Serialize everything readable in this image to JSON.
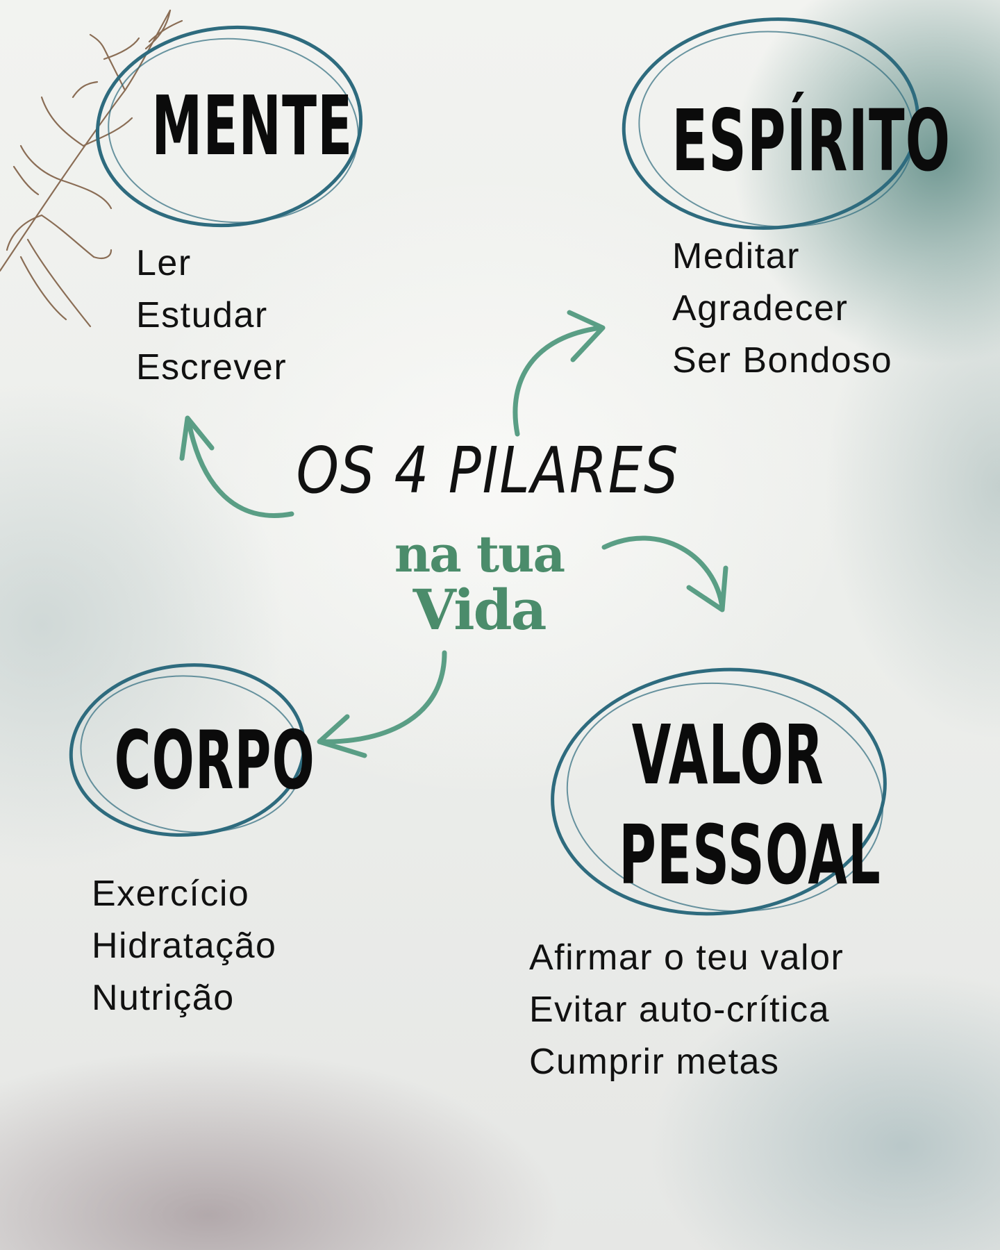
{
  "title": "OS 4 PILARES",
  "subtitle_line1": "na tua",
  "subtitle_line2": "Vida",
  "pillars": {
    "mente": {
      "name": "MENTE",
      "items": [
        "Ler",
        "Estudar",
        "Escrever"
      ]
    },
    "espirito": {
      "name": "ESPÍRITO",
      "items": [
        "Meditar",
        "Agradecer",
        "Ser Bondoso"
      ]
    },
    "corpo": {
      "name": "CORPO",
      "items": [
        "Exercício",
        "Hidratação",
        "Nutrição"
      ]
    },
    "valor": {
      "name_line1": "VALOR",
      "name_line2": "PESSOAL",
      "items": [
        "Afirmar o teu valor",
        "Evitar auto-crítica",
        "Cumprir metas"
      ]
    }
  },
  "colors": {
    "circle": "#2e6b7e",
    "arrow": "#5a9e85",
    "subtitle": "#4b8c6b",
    "branch": "#8a6d55"
  },
  "icons": [
    "branch-illustration",
    "circle-scribble",
    "curved-arrow-icon"
  ]
}
